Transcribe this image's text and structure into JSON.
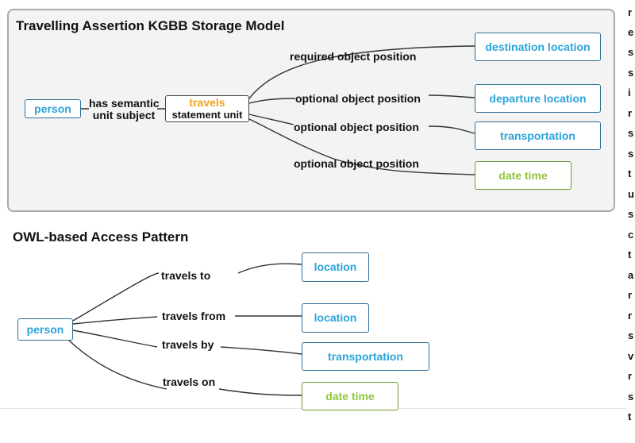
{
  "storage_model": {
    "title": "Travelling Assertion KGBB Storage Model",
    "subject_node": "person",
    "subject_edge_label_line1": "has semantic",
    "subject_edge_label_line2": "unit subject",
    "unit_node_line1": "travels",
    "unit_node_line2": "statement unit",
    "edges": [
      {
        "label": "required object position",
        "target": "destination location"
      },
      {
        "label": "optional object position",
        "target": "departure location"
      },
      {
        "label": "optional object position",
        "target": "transportation"
      },
      {
        "label": "optional object position",
        "target": "date time"
      }
    ]
  },
  "access_pattern": {
    "title": "OWL-based Access Pattern",
    "subject_node": "person",
    "edges": [
      {
        "label": "travels to",
        "target": "location"
      },
      {
        "label": "travels from",
        "target": "location"
      },
      {
        "label": "travels by",
        "target": "transportation"
      },
      {
        "label": "travels on",
        "target": "date time"
      }
    ]
  },
  "colors": {
    "class_text": "#2aa4d8",
    "datatype_text": "#8dc63f",
    "unit_text": "#f0a31c",
    "panel_bg": "#f3f3f3"
  },
  "side_text": [
    "r",
    "e",
    "s",
    "s",
    "i",
    "r",
    "s",
    "s",
    "t",
    "u",
    "s",
    "c",
    "t",
    "a",
    "r",
    "r",
    "s",
    "v",
    "r",
    "s",
    "t"
  ]
}
